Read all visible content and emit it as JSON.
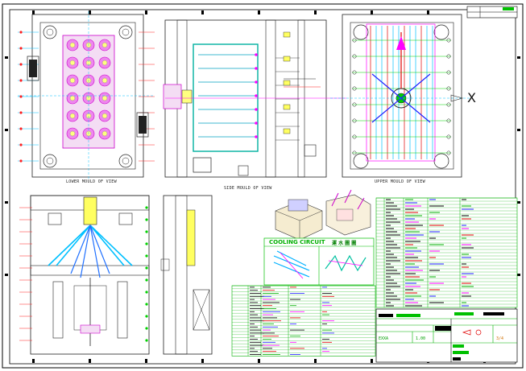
{
  "drawing": {
    "views": {
      "lower_mould": "LOWER MOULD OF VIEW",
      "side_mould": "SIDE MOULD OF VIEW",
      "upper_mould": "UPPER MOULD OF VIEW"
    },
    "cooling": {
      "title": "COOLING CIRCUIT",
      "title_cn": "運 水 圖 圖"
    },
    "marker": "X",
    "title_block": {
      "code": "EXXA",
      "scale": "1.00",
      "sheet": "3/4"
    },
    "colors": {
      "frame": "#000000",
      "outline": "#222222",
      "cooling": "#00c0ff",
      "green": "#00d000",
      "magenta": "#ff00ff",
      "yellow": "#ffff00",
      "red": "#e00000",
      "dim": "#ff2020"
    }
  }
}
